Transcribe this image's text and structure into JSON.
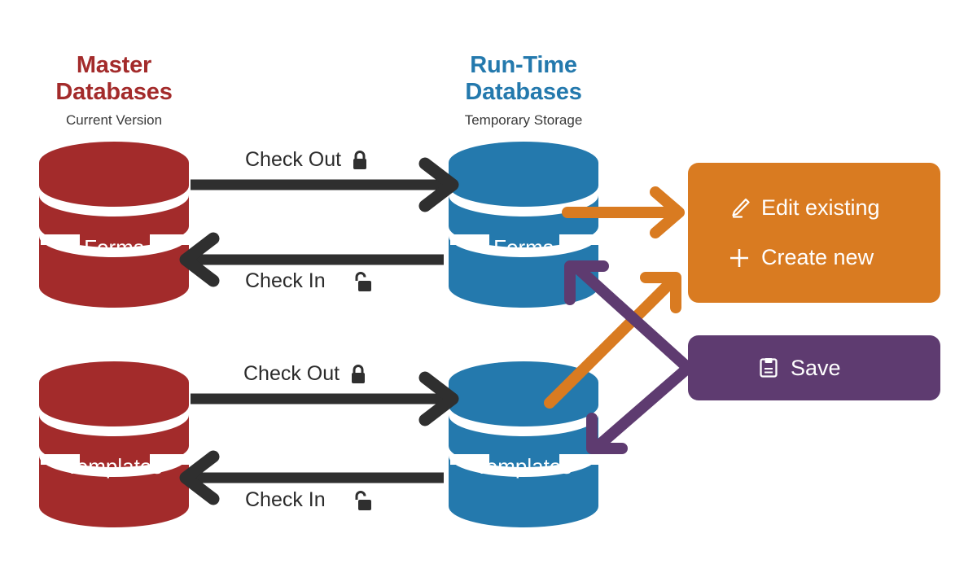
{
  "columns": [
    {
      "title_line1": "Master",
      "title_line2": "Databases",
      "subtitle": "Current Version",
      "color": "#A32B2B"
    },
    {
      "title_line1": "Run-Time",
      "title_line2": "Databases",
      "subtitle": "Temporary Storage",
      "color": "#2479AD"
    }
  ],
  "databases": [
    {
      "name": "Forms",
      "side": "master",
      "color": "#A32B2B"
    },
    {
      "name": "Forms",
      "side": "runtime",
      "color": "#2479AD"
    },
    {
      "name": "Templates",
      "side": "master",
      "color": "#A32B2B"
    },
    {
      "name": "Templates",
      "side": "runtime",
      "color": "#2479AD"
    }
  ],
  "flows": [
    {
      "label": "Check Out",
      "icon": "lock-closed-icon",
      "direction": "master-to-runtime",
      "row": "forms"
    },
    {
      "label": "Check In",
      "icon": "lock-open-icon",
      "direction": "runtime-to-master",
      "row": "forms"
    },
    {
      "label": "Check Out",
      "icon": "lock-closed-icon",
      "direction": "master-to-runtime",
      "row": "templates"
    },
    {
      "label": "Check In",
      "icon": "lock-open-icon",
      "direction": "runtime-to-master",
      "row": "templates"
    }
  ],
  "panels": [
    {
      "id": "edit-panel",
      "color": "#D97B21",
      "rows": [
        {
          "label": "Edit existing",
          "icon": "pencil-icon"
        },
        {
          "label": "Create new",
          "icon": "plus-icon"
        }
      ]
    },
    {
      "id": "save-panel",
      "color": "#5E3B70",
      "rows": [
        {
          "label": "Save",
          "icon": "save-icon"
        }
      ]
    }
  ],
  "colors": {
    "red": "#A32B2B",
    "blue": "#2479AD",
    "orange": "#D97B21",
    "purple": "#5E3B70",
    "arrow_dark": "#2F2F2F",
    "text": "#2b2b2b",
    "background": "#ffffff"
  }
}
